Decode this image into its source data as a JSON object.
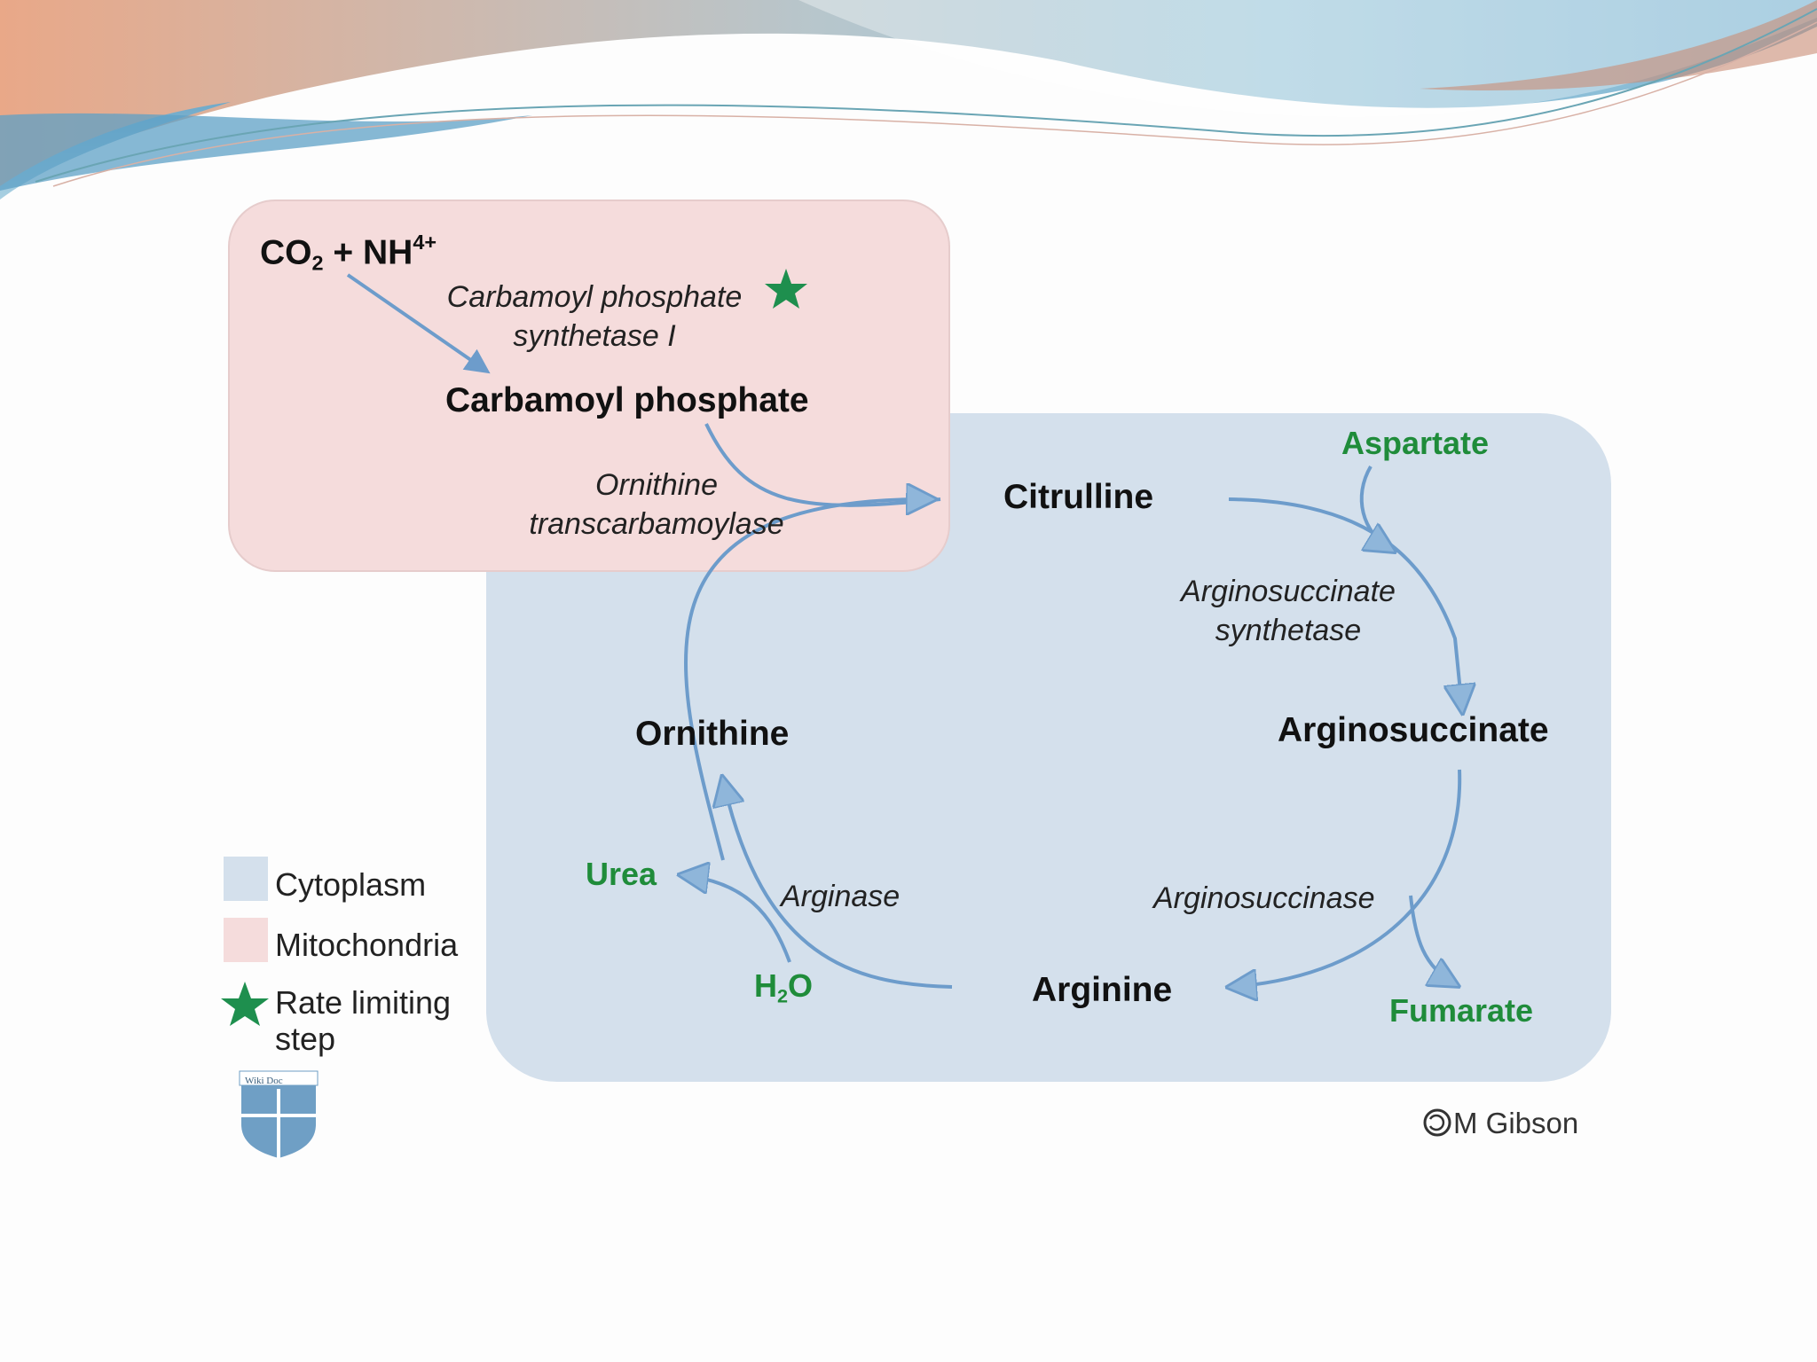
{
  "reactants": {
    "co2": "CO",
    "co2_sub": "2",
    "plus": "+ NH",
    "nh_sup": "4+"
  },
  "enzymes": {
    "cps1_line1": "Carbamoyl phosphate",
    "cps1_line2": "synthetase I",
    "otc_line1": "Ornithine",
    "otc_line2": "transcarbamoylase",
    "ass_line1": "Arginosuccinate",
    "ass_line2": "synthetase",
    "asl": "Arginosuccinase",
    "arginase": "Arginase"
  },
  "metabolites": {
    "carbamoyl_phosphate": "Carbamoyl phosphate",
    "citrulline": "Citrulline",
    "arginosuccinate": "Arginosuccinate",
    "arginine": "Arginine",
    "ornithine": "Ornithine"
  },
  "side_products": {
    "aspartate": "Aspartate",
    "fumarate": "Fumarate",
    "urea": "Urea",
    "water": "H",
    "water_sub": "2",
    "water_tail": "O"
  },
  "legend": {
    "cytoplasm": "Cytoplasm",
    "mitochondria": "Mitochondria",
    "rate_limiting_line1": "Rate limiting",
    "rate_limiting_line2": "step"
  },
  "logo_text": "Wiki Doc",
  "credit": "M Gibson",
  "colors": {
    "cytoplasm": "#d4e0ec",
    "mitochondria": "#f5dcdc",
    "arrow": "#6d9ccb",
    "green_text": "#1f8c3a",
    "star": "#1e8f4e"
  }
}
